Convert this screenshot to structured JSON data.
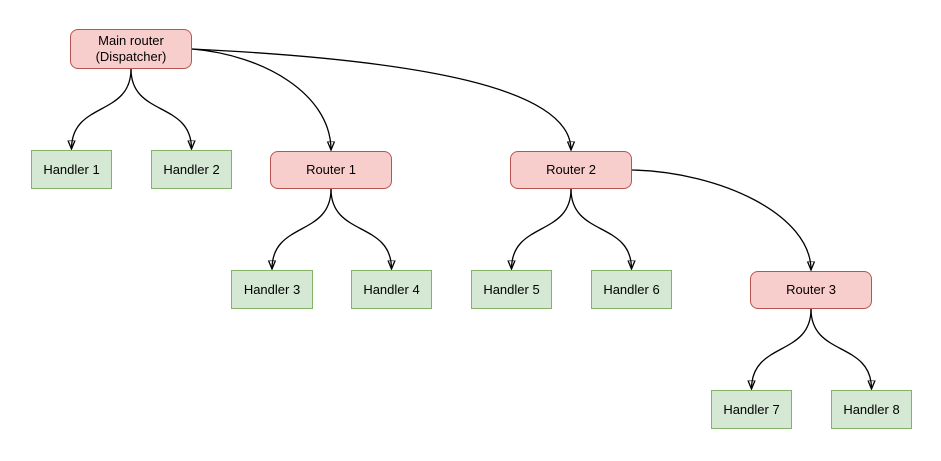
{
  "diagram": {
    "type": "tree",
    "background_color": "#ffffff",
    "colors": {
      "router_fill": "#f8cecc",
      "router_stroke": "#b85450",
      "handler_fill": "#d5e8d4",
      "handler_stroke": "#82b366",
      "edge_stroke": "#000000",
      "text": "#000000"
    },
    "nodes": {
      "main_router": {
        "label": "Main router\n(Dispatcher)",
        "kind": "router"
      },
      "router1": {
        "label": "Router 1",
        "kind": "router"
      },
      "router2": {
        "label": "Router 2",
        "kind": "router"
      },
      "router3": {
        "label": "Router 3",
        "kind": "router"
      },
      "handler1": {
        "label": "Handler 1",
        "kind": "handler"
      },
      "handler2": {
        "label": "Handler 2",
        "kind": "handler"
      },
      "handler3": {
        "label": "Handler 3",
        "kind": "handler"
      },
      "handler4": {
        "label": "Handler 4",
        "kind": "handler"
      },
      "handler5": {
        "label": "Handler 5",
        "kind": "handler"
      },
      "handler6": {
        "label": "Handler 6",
        "kind": "handler"
      },
      "handler7": {
        "label": "Handler 7",
        "kind": "handler"
      },
      "handler8": {
        "label": "Handler 8",
        "kind": "handler"
      }
    },
    "edges": [
      {
        "from": "main_router",
        "to": "handler1"
      },
      {
        "from": "main_router",
        "to": "handler2"
      },
      {
        "from": "main_router",
        "to": "router1"
      },
      {
        "from": "main_router",
        "to": "router2"
      },
      {
        "from": "router1",
        "to": "handler3"
      },
      {
        "from": "router1",
        "to": "handler4"
      },
      {
        "from": "router2",
        "to": "handler5"
      },
      {
        "from": "router2",
        "to": "handler6"
      },
      {
        "from": "router2",
        "to": "router3"
      },
      {
        "from": "router3",
        "to": "handler7"
      },
      {
        "from": "router3",
        "to": "handler8"
      }
    ]
  }
}
